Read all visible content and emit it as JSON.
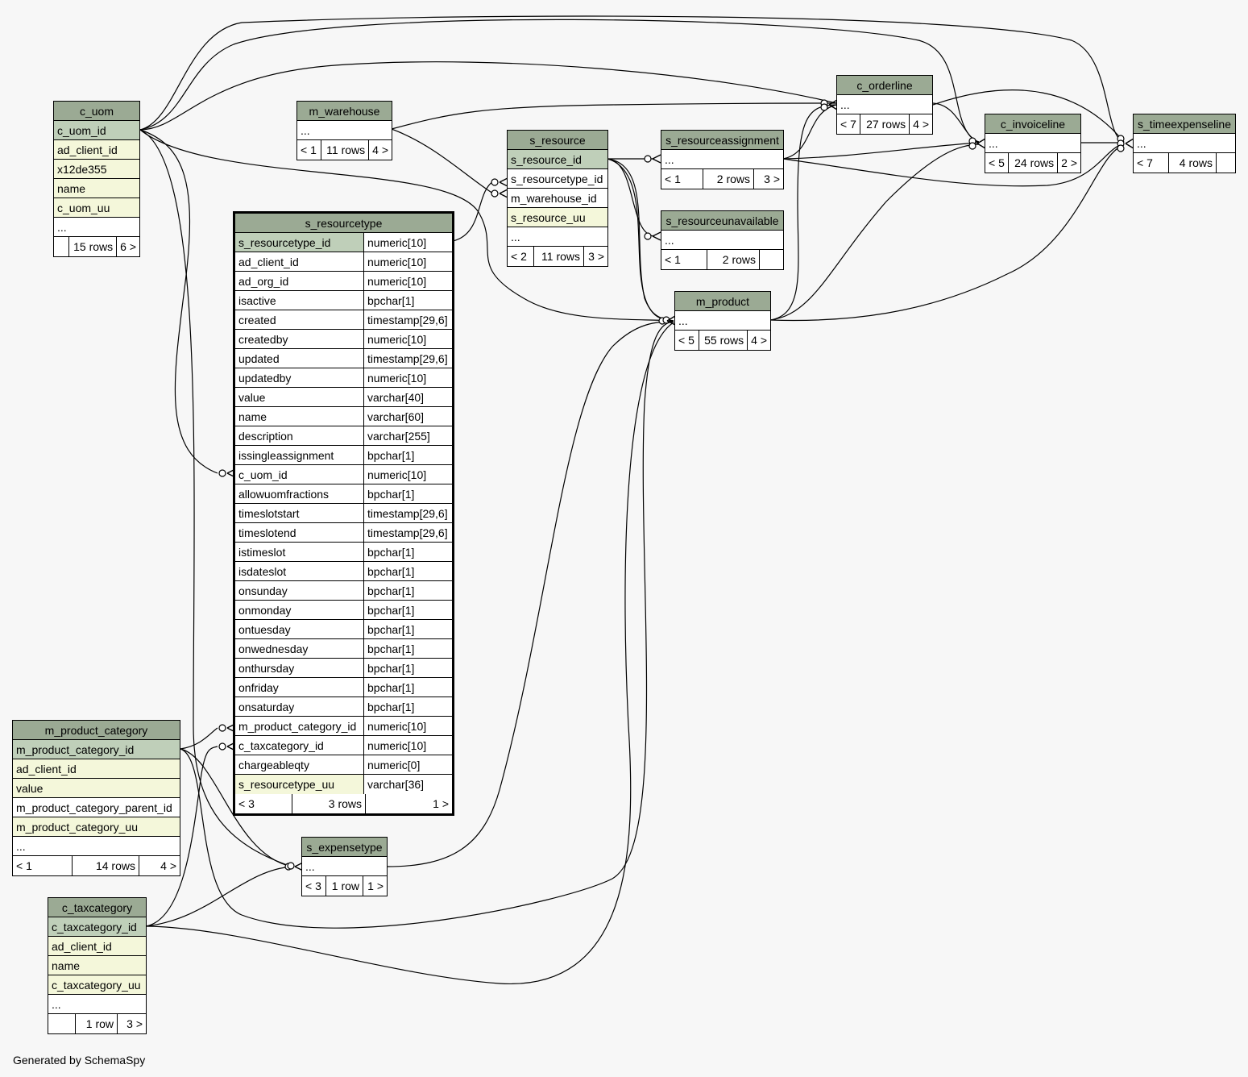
{
  "footer": {
    "credit": "Generated by SchemaSpy"
  },
  "tables": {
    "c_uom": {
      "name": "c_uom",
      "columns": [
        "c_uom_id",
        "ad_client_id",
        "x12de355",
        "name",
        "c_uom_uu",
        "..."
      ],
      "footer": [
        "",
        "15 rows",
        "6 >"
      ]
    },
    "m_warehouse": {
      "name": "m_warehouse",
      "columns": [
        "..."
      ],
      "footer": [
        "< 1",
        "11 rows",
        "4 >"
      ]
    },
    "s_resource": {
      "name": "s_resource",
      "columns": [
        "s_resource_id",
        "s_resourcetype_id",
        "m_warehouse_id",
        "s_resource_uu",
        "..."
      ],
      "footer": [
        "< 2",
        "11 rows",
        "3 >"
      ]
    },
    "s_resourceassignment": {
      "name": "s_resourceassignment",
      "columns": [
        "..."
      ],
      "footer": [
        "< 1",
        "2 rows",
        "3 >"
      ]
    },
    "s_resourceunavailable": {
      "name": "s_resourceunavailable",
      "columns": [
        "..."
      ],
      "footer": [
        "< 1",
        "2 rows",
        ""
      ]
    },
    "c_orderline": {
      "name": "c_orderline",
      "columns": [
        "..."
      ],
      "footer": [
        "< 7",
        "27 rows",
        "4 >"
      ]
    },
    "c_invoiceline": {
      "name": "c_invoiceline",
      "columns": [
        "..."
      ],
      "footer": [
        "< 5",
        "24 rows",
        "2 >"
      ]
    },
    "s_timeexpenseline": {
      "name": "s_timeexpenseline",
      "columns": [
        "..."
      ],
      "footer": [
        "< 7",
        "4 rows",
        ""
      ]
    },
    "m_product": {
      "name": "m_product",
      "columns": [
        "..."
      ],
      "footer": [
        "< 5",
        "55 rows",
        "4 >"
      ]
    },
    "s_resourcetype": {
      "name": "s_resourcetype",
      "columns": [
        {
          "name": "s_resourcetype_id",
          "type": "numeric[10]"
        },
        {
          "name": "ad_client_id",
          "type": "numeric[10]"
        },
        {
          "name": "ad_org_id",
          "type": "numeric[10]"
        },
        {
          "name": "isactive",
          "type": "bpchar[1]"
        },
        {
          "name": "created",
          "type": "timestamp[29,6]"
        },
        {
          "name": "createdby",
          "type": "numeric[10]"
        },
        {
          "name": "updated",
          "type": "timestamp[29,6]"
        },
        {
          "name": "updatedby",
          "type": "numeric[10]"
        },
        {
          "name": "value",
          "type": "varchar[40]"
        },
        {
          "name": "name",
          "type": "varchar[60]"
        },
        {
          "name": "description",
          "type": "varchar[255]"
        },
        {
          "name": "issingleassignment",
          "type": "bpchar[1]"
        },
        {
          "name": "c_uom_id",
          "type": "numeric[10]"
        },
        {
          "name": "allowuomfractions",
          "type": "bpchar[1]"
        },
        {
          "name": "timeslotstart",
          "type": "timestamp[29,6]"
        },
        {
          "name": "timeslotend",
          "type": "timestamp[29,6]"
        },
        {
          "name": "istimeslot",
          "type": "bpchar[1]"
        },
        {
          "name": "isdateslot",
          "type": "bpchar[1]"
        },
        {
          "name": "onsunday",
          "type": "bpchar[1]"
        },
        {
          "name": "onmonday",
          "type": "bpchar[1]"
        },
        {
          "name": "ontuesday",
          "type": "bpchar[1]"
        },
        {
          "name": "onwednesday",
          "type": "bpchar[1]"
        },
        {
          "name": "onthursday",
          "type": "bpchar[1]"
        },
        {
          "name": "onfriday",
          "type": "bpchar[1]"
        },
        {
          "name": "onsaturday",
          "type": "bpchar[1]"
        },
        {
          "name": "m_product_category_id",
          "type": "numeric[10]"
        },
        {
          "name": "c_taxcategory_id",
          "type": "numeric[10]"
        },
        {
          "name": "chargeableqty",
          "type": "numeric[0]"
        },
        {
          "name": "s_resourcetype_uu",
          "type": "varchar[36]"
        }
      ],
      "footer": [
        "< 3",
        "3 rows",
        "1 >"
      ]
    },
    "m_product_category": {
      "name": "m_product_category",
      "columns": [
        "m_product_category_id",
        "ad_client_id",
        "value",
        "m_product_category_parent_id",
        "m_product_category_uu",
        "..."
      ],
      "footer": [
        "< 1",
        "14 rows",
        "4 >"
      ]
    },
    "s_expensetype": {
      "name": "s_expensetype",
      "columns": [
        "..."
      ],
      "footer": [
        "< 3",
        "1 row",
        "1 >"
      ]
    },
    "c_taxcategory": {
      "name": "c_taxcategory",
      "columns": [
        "c_taxcategory_id",
        "ad_client_id",
        "name",
        "c_taxcategory_uu",
        "..."
      ],
      "footer": [
        "",
        "1 row",
        "3 >"
      ]
    }
  }
}
